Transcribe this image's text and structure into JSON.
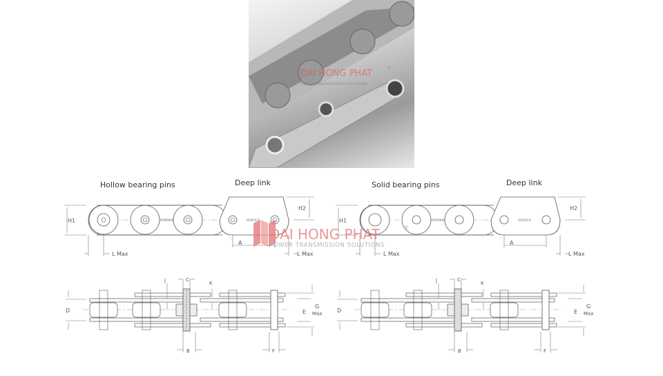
{
  "photo": {
    "watermark_name": "DAI HONG PHAT",
    "watermark_tagline": "POWER TRANSMISSION SOLUTIONS",
    "watermark_mark": "®"
  },
  "watermark": {
    "name": "DAI HONG PHAT",
    "tagline": "POWER TRANSMISSION SOLUTIONS",
    "mark": "®",
    "color": "#d9534f"
  },
  "diagrams": [
    {
      "title_left": "Hollow bearing pins",
      "title_right": "Deep link",
      "plate_text": "RENOLD"
    },
    {
      "title_left": "Solid bearing pins",
      "title_right": "Deep link",
      "plate_text": "RENOLD"
    }
  ],
  "dimensions": {
    "H1": "H1",
    "H2": "H2",
    "L": "L Max",
    "A": "A",
    "J": "J",
    "C": "C",
    "K": "K",
    "D": "D",
    "E": "E",
    "G": "G",
    "Gmax": "Max",
    "B": "B",
    "F": "F"
  }
}
